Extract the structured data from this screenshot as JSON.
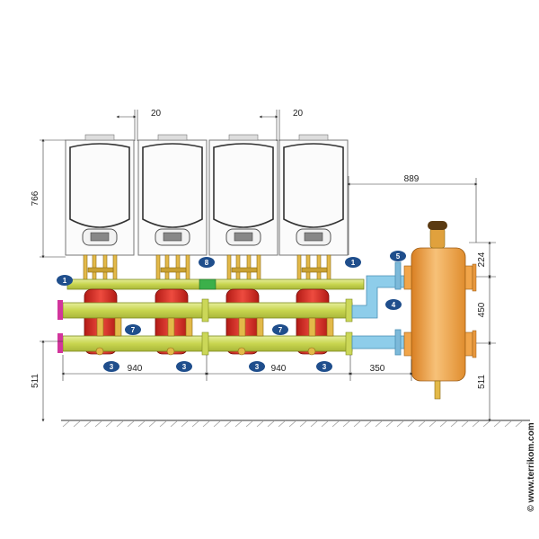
{
  "dimensions": {
    "boiler_gap_left": "20",
    "boiler_gap_right": "20",
    "boiler_height": "766",
    "boiler_to_separator": "889",
    "separator_top": "224",
    "separator_between_connections": "450",
    "left_height": "511",
    "right_height": "511",
    "module_width_left": "940",
    "module_width_right": "940",
    "manifold_to_separator": "350"
  },
  "badges": {
    "b1_left": "1",
    "b1_right": "1",
    "b8": "8",
    "b5": "5",
    "b4": "4",
    "b7_left": "7",
    "b7_right": "7",
    "b3_a": "3",
    "b3_b": "3",
    "b3_c": "3",
    "b3_d": "3"
  },
  "watermark": "© www.terrikom.com",
  "colors": {
    "badge": "#1f4e8c",
    "manifold": "#d3df63",
    "pump": "#d42a22",
    "separator": "#f1a54a",
    "blue_pipe": "#8ecdea",
    "magenta": "#d2359c"
  }
}
